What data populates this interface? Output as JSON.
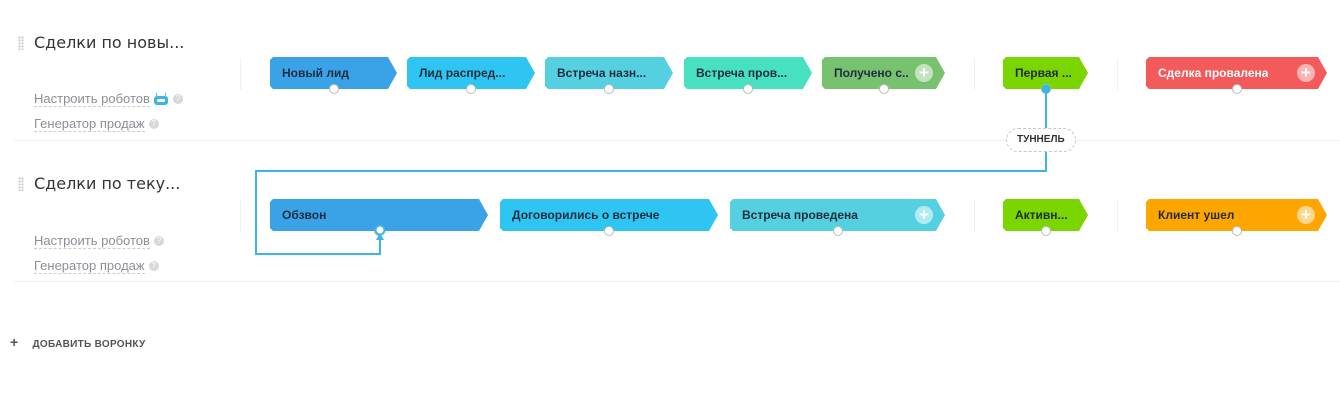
{
  "pipelines": [
    {
      "title": "Сделки по новы...",
      "robots": "Настроить роботов",
      "generator": "Генератор продаж",
      "stages": [
        {
          "label": "Новый лид",
          "color": "#3aa3e8"
        },
        {
          "label": "Лид распред...",
          "color": "#2ec5f2"
        },
        {
          "label": "Встреча назн...",
          "color": "#55d0e0"
        },
        {
          "label": "Встреча пров...",
          "color": "#47e0c0"
        },
        {
          "label": "Получено с...",
          "color": "#78c16e"
        },
        {
          "label": "Первая ...",
          "color": "#7bd500"
        },
        {
          "label": "Сделка провалена",
          "color": "#f55a5a"
        }
      ]
    },
    {
      "title": "Сделки по теку...",
      "robots": "Настроить роботов",
      "generator": "Генератор продаж",
      "stages": [
        {
          "label": "Обзвон",
          "color": "#3aa3e8"
        },
        {
          "label": "Договорились о встрече",
          "color": "#2ec5f2"
        },
        {
          "label": "Встреча проведена",
          "color": "#55d0e0"
        },
        {
          "label": "Активн...",
          "color": "#7bd500"
        },
        {
          "label": "Клиент ушел",
          "color": "#ffa500"
        }
      ]
    }
  ],
  "tunnel_label": "ТУННЕЛЬ",
  "add_pipeline": "ДОБАВИТЬ ВОРОНКУ",
  "tunnel_color": "#3cb4e5"
}
